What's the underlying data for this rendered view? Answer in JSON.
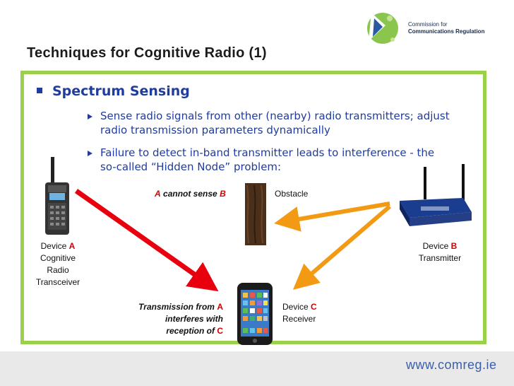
{
  "header": {
    "logo_line1": "Commission for",
    "logo_line2": "Communications Regulation",
    "title": "Techniques for Cognitive Radio (1)"
  },
  "bullet": {
    "heading": "Spectrum Sensing",
    "sub1_line1": "Sense radio signals from other (nearby) radio transmitters; adjust",
    "sub1_line2": "radio transmission parameters dynamically",
    "sub2_line1": "Failure to detect in-band transmitter leads to interference - the",
    "sub2_line2": "so-called “Hidden Node” problem:"
  },
  "diagram": {
    "cannot_a": "A",
    "cannot_text": "cannot sense",
    "cannot_b": "B",
    "obstacle": "Obstacle",
    "devA_prefix": "Device",
    "devA_letter": "A",
    "devA_line2": "Cognitive",
    "devA_line3": "Radio",
    "devA_line4": "Transceiver",
    "devB_prefix": "Device",
    "devB_letter": "B",
    "devB_line2": "Transmitter",
    "devC_prefix": "Device",
    "devC_letter": "C",
    "devC_line2": "Receiver",
    "tx_line1_text": "Transmission from",
    "tx_line1_letter": "A",
    "tx_line2": "interferes with",
    "tx_line3_text": "reception of",
    "tx_line3_letter": "C"
  },
  "footer": {
    "url": "www.comreg.ie"
  },
  "colors": {
    "frame": "#9bd04a",
    "text_blue": "#1f3c9e",
    "arrow_red": "#e8000f",
    "arrow_orange": "#f39a14"
  }
}
